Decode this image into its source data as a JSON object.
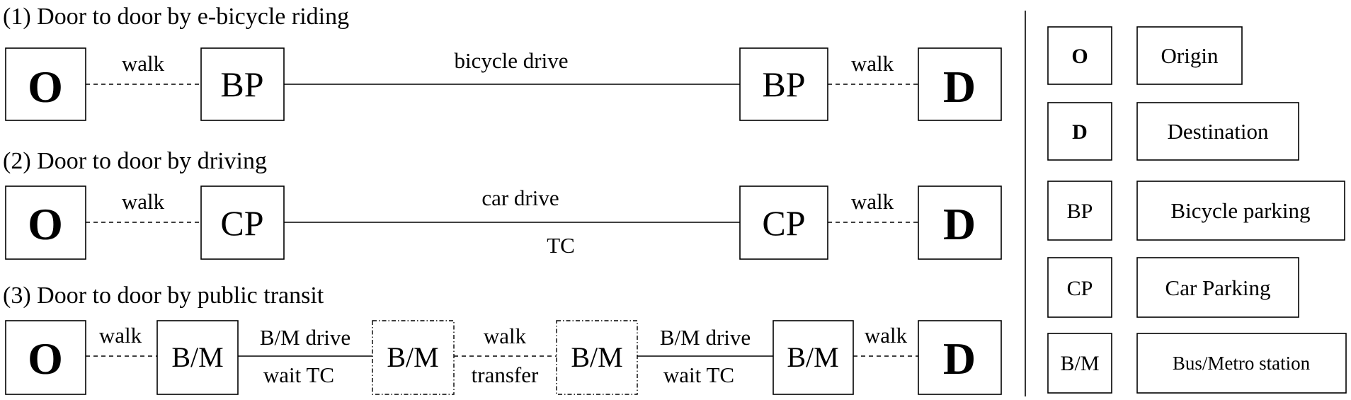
{
  "rows": [
    {
      "title": "(1) Door to door by e-bicycle riding",
      "nodes": [
        "O",
        "BP",
        "BP",
        "D"
      ],
      "links": {
        "walk1": "walk",
        "main": "bicycle drive",
        "walk2": "walk"
      }
    },
    {
      "title": "(2) Door to door by driving",
      "nodes": [
        "O",
        "CP",
        "CP",
        "D"
      ],
      "links": {
        "walk1": "walk",
        "main": "car drive",
        "main_below": "TC",
        "walk2": "walk"
      }
    },
    {
      "title": "(3) Door to door by public transit",
      "nodes": [
        "O",
        "B/M",
        "B/M",
        "B/M",
        "B/M",
        "D"
      ],
      "links": {
        "walk1": "walk",
        "drive1": "B/M drive",
        "wait1": "wait TC",
        "walk_mid": "walk",
        "transfer": "transfer",
        "drive2": "B/M drive",
        "wait2": "wait TC",
        "walk2": "walk"
      }
    }
  ],
  "legend": [
    {
      "symbol": "O",
      "label": "Origin"
    },
    {
      "symbol": "D",
      "label": "Destination"
    },
    {
      "symbol": "BP",
      "label": "Bicycle parking"
    },
    {
      "symbol": "CP",
      "label": "Car Parking"
    },
    {
      "symbol": "B/M",
      "label": "Bus/Metro station"
    }
  ]
}
